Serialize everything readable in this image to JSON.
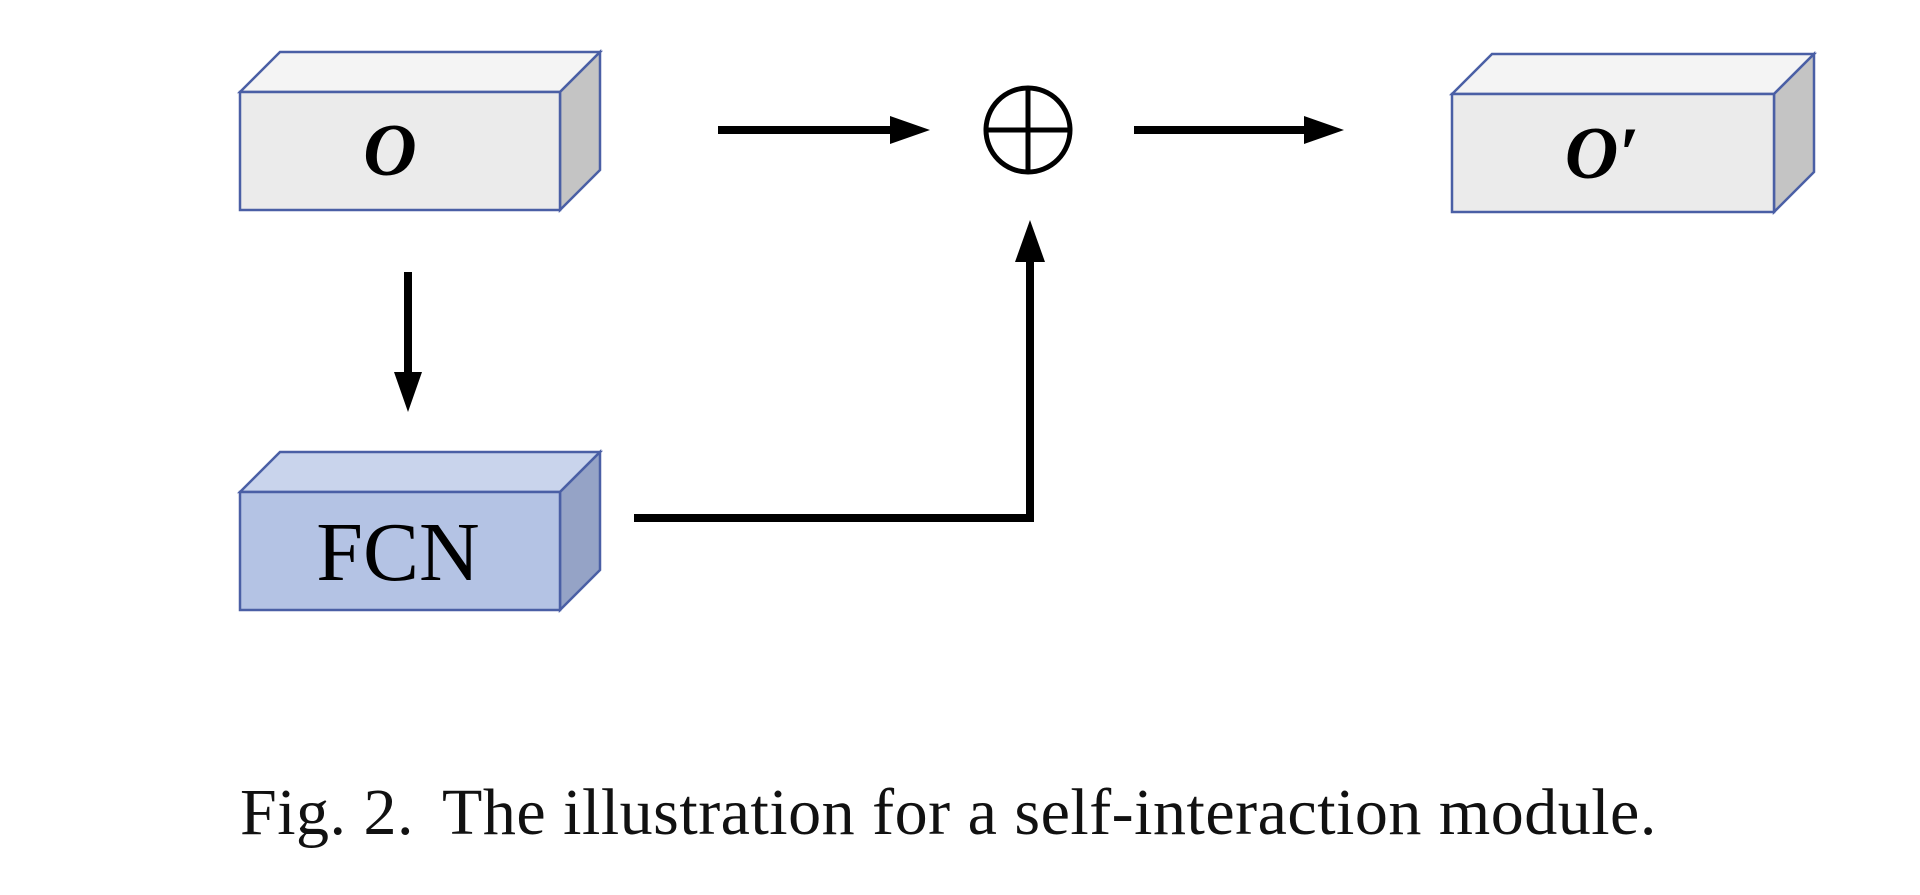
{
  "diagram": {
    "input_box": {
      "label": "O"
    },
    "fcn_box": {
      "label": "FCN"
    },
    "sum_node": {
      "symbol": "⊕"
    },
    "output_box": {
      "label": "O′"
    }
  },
  "caption": {
    "tag": "Fig. 2.",
    "text": "The illustration for a self-interaction module."
  },
  "colors": {
    "box_front_light": "#ebebeb",
    "box_top_light": "#f4f4f4",
    "box_side_light": "#c4c4c4",
    "box_front_blue": "#b4c3e4",
    "box_top_blue": "#c9d4ec",
    "box_side_blue": "#95a3c6",
    "box_stroke": "#4a5fa5",
    "arrow": "#000000"
  }
}
